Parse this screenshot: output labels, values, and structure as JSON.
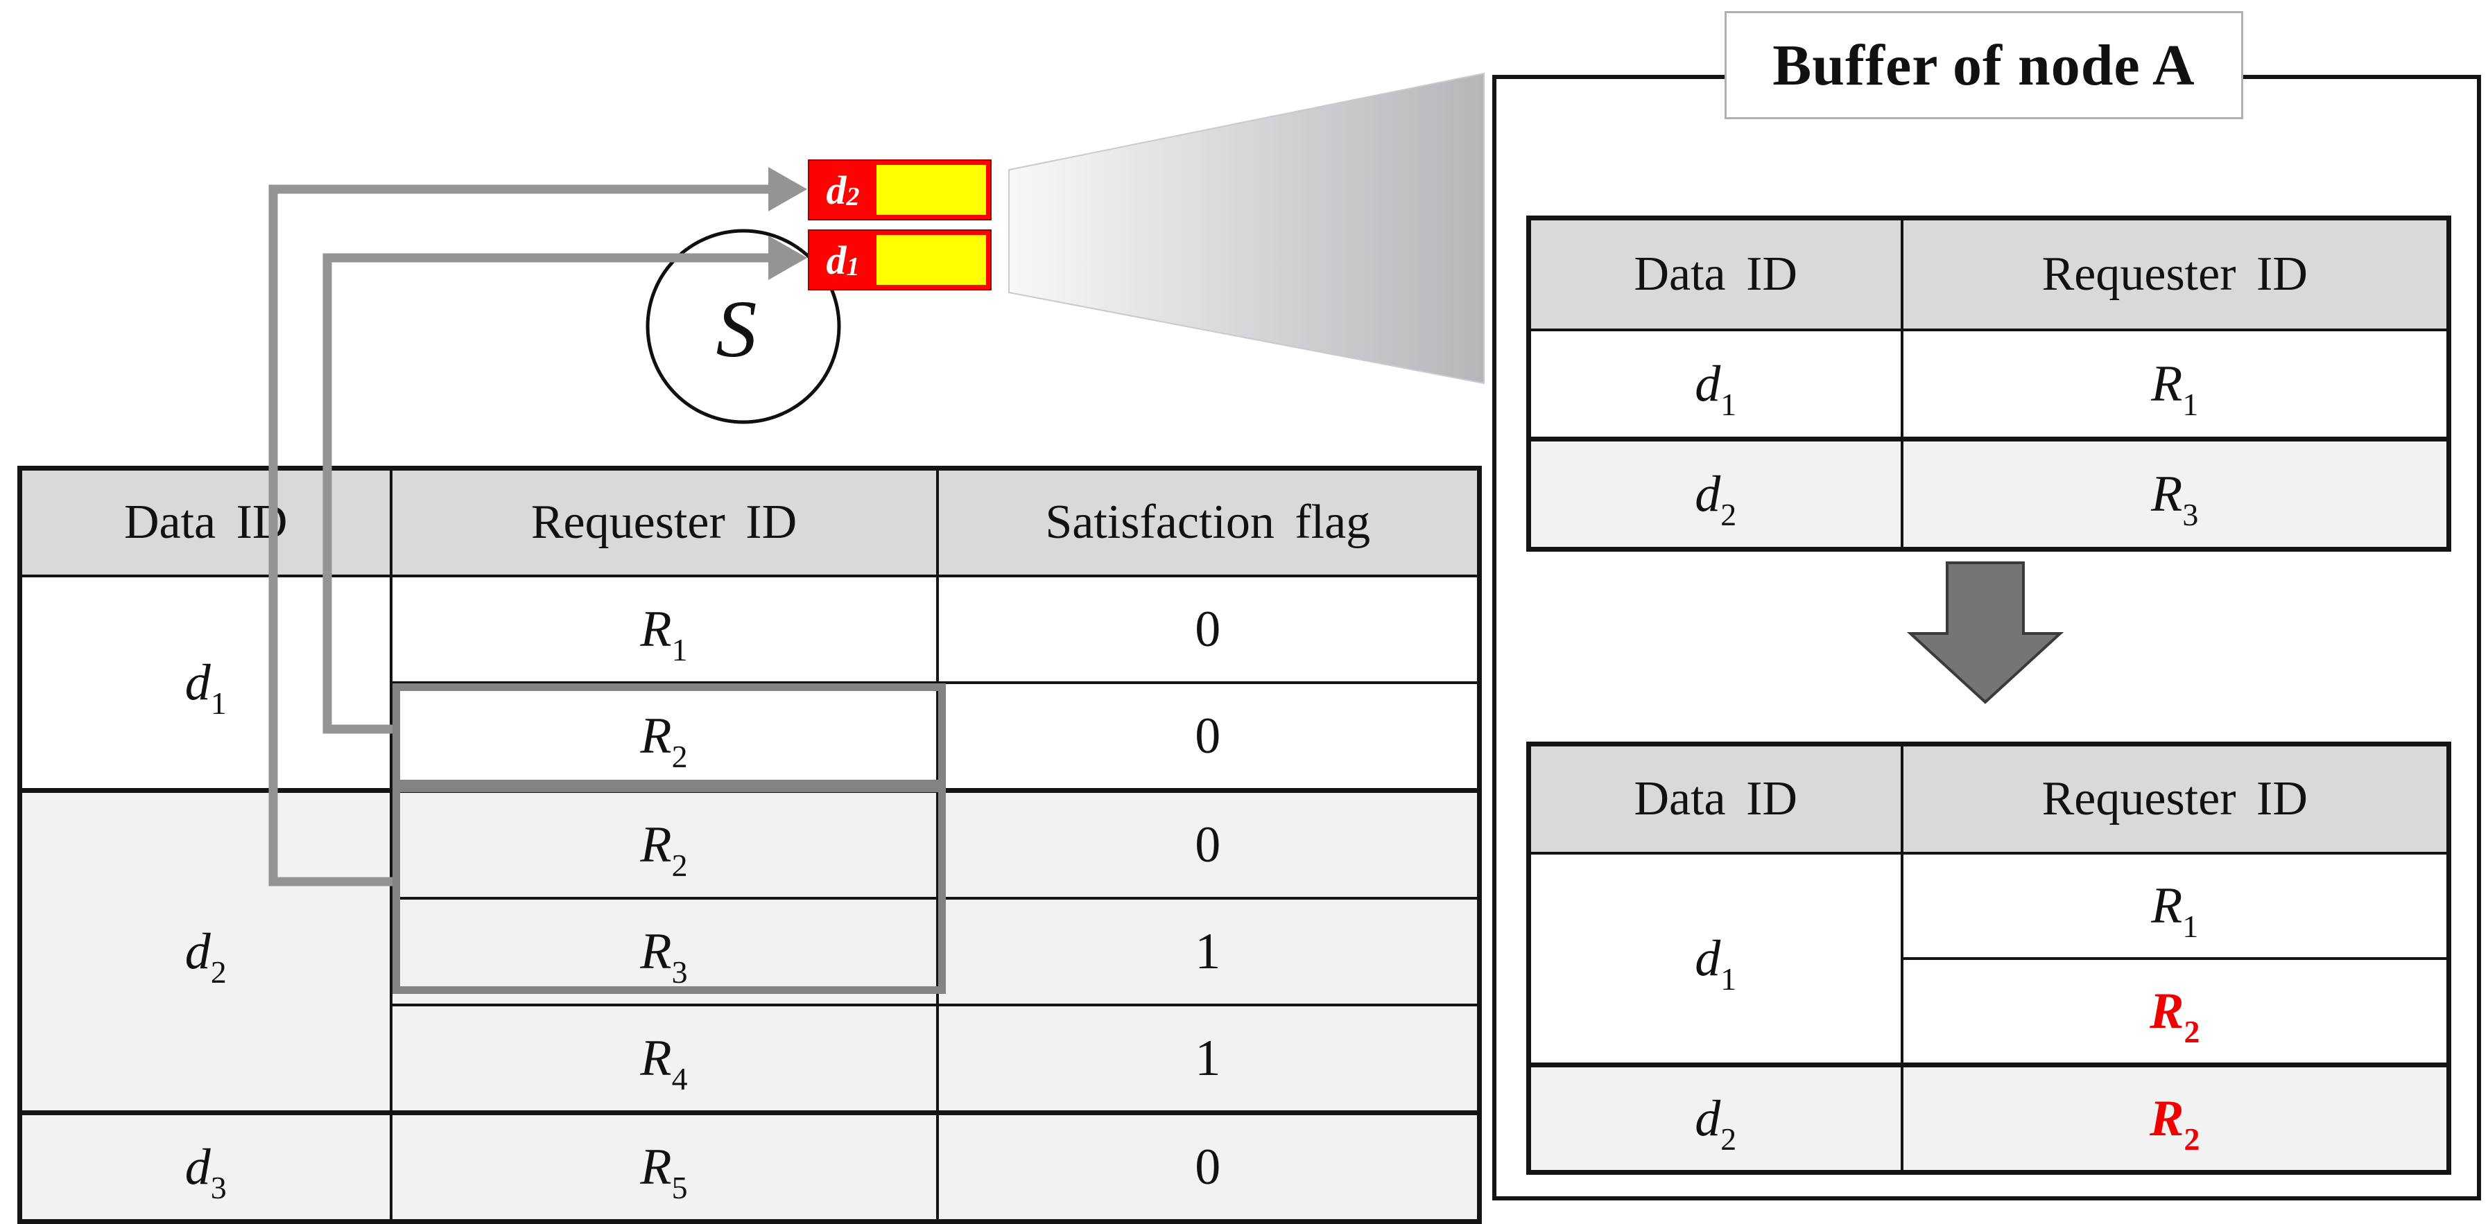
{
  "node": {
    "label": "S"
  },
  "packets": {
    "d2": {
      "base": "d",
      "sub": "2"
    },
    "d1": {
      "base": "d",
      "sub": "1"
    }
  },
  "request_table": {
    "headers": {
      "data_id": "Data ID",
      "requester_id": "Requester ID",
      "satisfaction_flag": "Satisfaction flag"
    },
    "d1": {
      "label": {
        "base": "d",
        "sub": "1"
      },
      "r1": {
        "req": {
          "base": "R",
          "sub": "1"
        },
        "flag": "0"
      },
      "r2": {
        "req": {
          "base": "R",
          "sub": "2"
        },
        "flag": "0"
      }
    },
    "d2": {
      "label": {
        "base": "d",
        "sub": "2"
      },
      "r2": {
        "req": {
          "base": "R",
          "sub": "2"
        },
        "flag": "0"
      },
      "r3": {
        "req": {
          "base": "R",
          "sub": "3"
        },
        "flag": "1"
      },
      "r4": {
        "req": {
          "base": "R",
          "sub": "4"
        },
        "flag": "1"
      }
    },
    "d3": {
      "label": {
        "base": "d",
        "sub": "3"
      },
      "r5": {
        "req": {
          "base": "R",
          "sub": "5"
        },
        "flag": "0"
      }
    }
  },
  "buffer_panel": {
    "title": "Buffer of node A",
    "before": {
      "headers": {
        "data_id": "Data ID",
        "requester_id": "Requester ID"
      },
      "row1": {
        "data": {
          "base": "d",
          "sub": "1"
        },
        "req": {
          "base": "R",
          "sub": "1"
        }
      },
      "row2": {
        "data": {
          "base": "d",
          "sub": "2"
        },
        "req": {
          "base": "R",
          "sub": "3"
        }
      }
    },
    "after": {
      "headers": {
        "data_id": "Data ID",
        "requester_id": "Requester ID"
      },
      "d1": {
        "label": {
          "base": "d",
          "sub": "1"
        },
        "r1": {
          "base": "R",
          "sub": "1"
        },
        "r2": {
          "base": "R",
          "sub": "2"
        }
      },
      "d2": {
        "label": {
          "base": "d",
          "sub": "2"
        },
        "r2": {
          "base": "R",
          "sub": "2"
        }
      }
    }
  },
  "colors": {
    "table_header_bg": "#d9d9d9",
    "row_alt_bg": "#f2f2f2",
    "packet_red": "#fe0101",
    "packet_yellow": "#ffff00",
    "highlight_red_text": "#f20000",
    "elbow_arrow_gray": "#949494",
    "highlight_box_gray": "#838383",
    "down_arrow_gray": "#757575",
    "beam_gray_light": "#f7f8fa",
    "beam_gray_dark": "#b4b6b9",
    "border_black": "#141414"
  }
}
